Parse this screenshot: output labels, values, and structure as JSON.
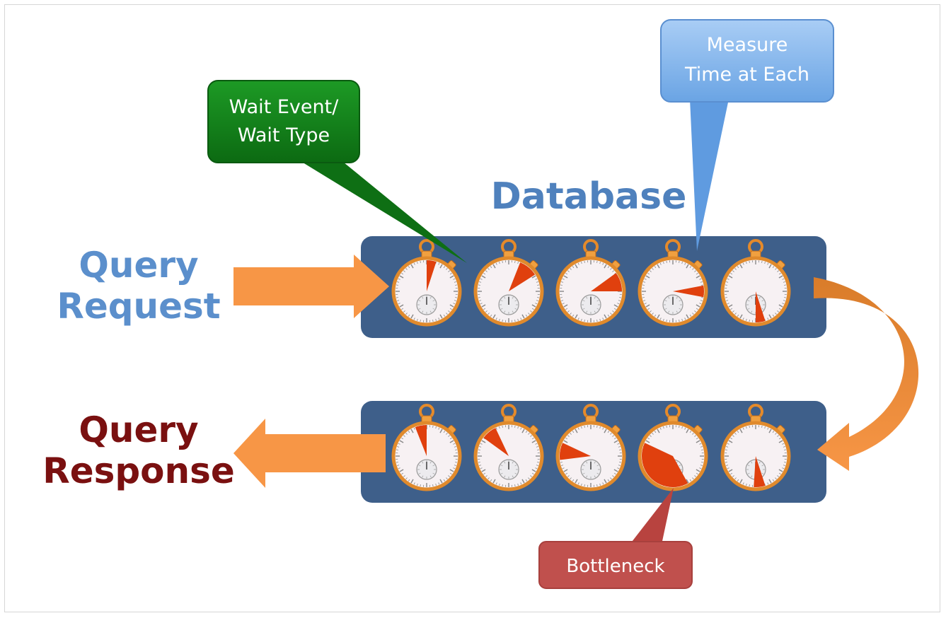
{
  "labels": {
    "database": "Database",
    "query_request": [
      "Query",
      "Request"
    ],
    "query_response": [
      "Query",
      "Response"
    ]
  },
  "callouts": {
    "wait_event": [
      "Wait Event/",
      "Wait Type"
    ],
    "measure_time": [
      "Measure",
      "Time at Each"
    ],
    "bottleneck": "Bottleneck"
  },
  "colors": {
    "database_label": "#4f81bd",
    "query_request": "#5b8fcc",
    "query_response": "#7a1010",
    "panel": "#3e5f8a",
    "arrow": "#f79646",
    "wedge": "#e0400e",
    "wait_event_callout": "#117a17",
    "measure_callout": "#7bb1ea",
    "bottleneck_callout": "#c0504d"
  },
  "stopwatches": {
    "top": [
      {
        "icon": "stopwatch-icon",
        "fraction": 0.05,
        "start": 0.0
      },
      {
        "icon": "stopwatch-icon",
        "fraction": 0.1,
        "start": 0.06
      },
      {
        "icon": "stopwatch-icon",
        "fraction": 0.1,
        "start": 0.15
      },
      {
        "icon": "stopwatch-icon",
        "fraction": 0.06,
        "start": 0.22
      },
      {
        "icon": "stopwatch-icon",
        "fraction": 0.05,
        "start": 0.45
      }
    ],
    "bottom": [
      {
        "icon": "stopwatch-icon",
        "fraction": 0.06,
        "start": 0.94
      },
      {
        "icon": "stopwatch-icon",
        "fraction": 0.08,
        "start": 0.85
      },
      {
        "icon": "stopwatch-icon",
        "fraction": 0.09,
        "start": 0.73
      },
      {
        "icon": "stopwatch-icon",
        "fraction": 0.4,
        "start": 0.42
      },
      {
        "icon": "stopwatch-icon",
        "fraction": 0.06,
        "start": 0.45
      }
    ]
  }
}
